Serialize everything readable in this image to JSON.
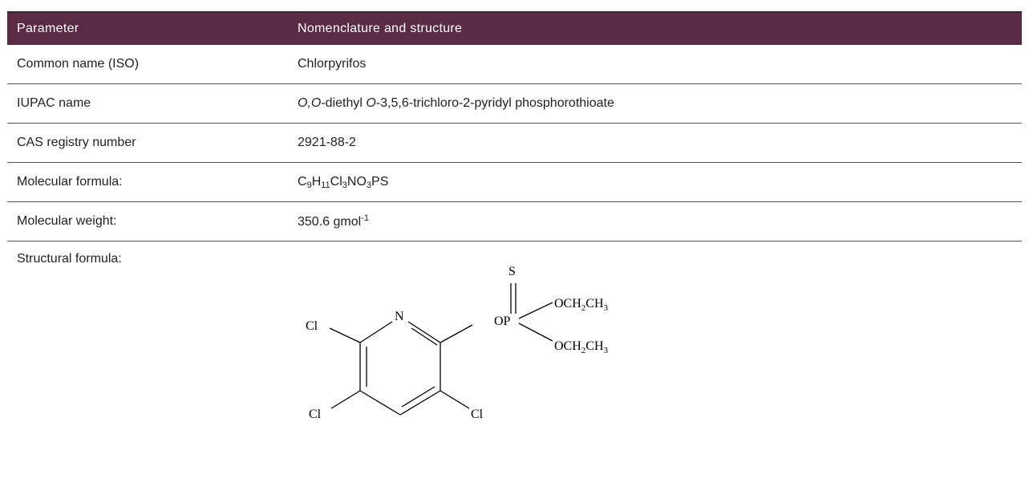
{
  "header": {
    "col1": "Parameter",
    "col2": "Nomenclature and structure"
  },
  "rows": {
    "common": {
      "label": "Common name (ISO)",
      "value": "Chlorpyrifos"
    },
    "iupac": {
      "label": "IUPAC name",
      "italic1": "O,O",
      "text1": "-diethyl ",
      "italic2": "O",
      "text2": "-3,5,6-trichloro-2-pyridyl phosphorothioate"
    },
    "cas": {
      "label": "CAS registry number",
      "value": "2921-88-2"
    },
    "formula": {
      "label": "Molecular formula:",
      "parts": [
        "C",
        "9",
        "H",
        "11",
        "Cl",
        "3",
        "NO",
        "3",
        "PS"
      ]
    },
    "weight": {
      "label": "Molecular weight:",
      "value": "350.6 gmol",
      "sup": "-1"
    },
    "structural": {
      "label": "Structural formula:"
    }
  },
  "structure": {
    "S": "S",
    "N": "N",
    "OP": "OP",
    "Cl_top": "Cl",
    "Cl_bottom_left": "Cl",
    "Cl_bottom_right": "Cl",
    "ethoxy1": {
      "a": "OCH",
      "b": "2",
      "c": "CH",
      "d": "3"
    },
    "ethoxy2": {
      "a": "OCH",
      "b": "2",
      "c": "CH",
      "d": "3"
    }
  }
}
